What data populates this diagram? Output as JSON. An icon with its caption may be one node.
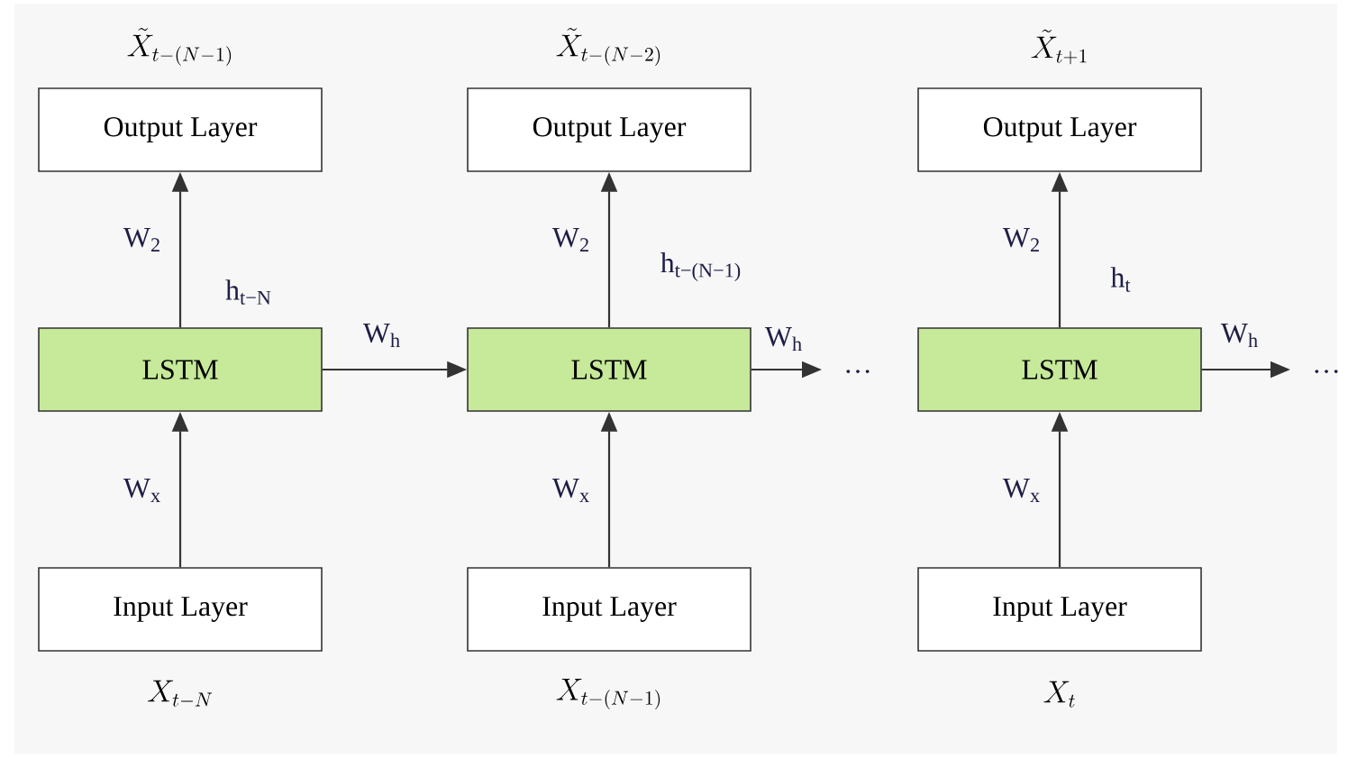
{
  "diagram": {
    "nodes": [
      {
        "text": [
          "Output Layer"
        ],
        "beside": [
          "\\tilde{X}_{t-(N-1)}"
        ]
      },
      {
        "text": [
          "Output Layer"
        ],
        "beside": [
          "\\tilde{X}_{t-(N-2)}"
        ]
      },
      {
        "text": [
          "Output Layer"
        ],
        "beside": [
          "\\tilde{X}_{t+1}"
        ]
      },
      {
        "text": [
          "LSTM"
        ]
      },
      {
        "text": [
          "LSTM"
        ]
      },
      {
        "text": [
          "LSTM"
        ]
      },
      {
        "text": [
          "Input Layer"
        ],
        "beside": [
          "X_{t-N}"
        ]
      },
      {
        "text": [
          "Input Layer"
        ],
        "beside": [
          "X_{t-(N-1)}"
        ]
      },
      {
        "text": [
          "Input Layer"
        ],
        "beside": [
          "X_{t}"
        ]
      }
    ],
    "edges": [
      {
        "from": 6,
        "to": 3,
        "arrow": "to",
        "label": "W$_{x}$"
      },
      {
        "from": 3,
        "to": 0,
        "arrow": "to",
        "label": "W$_{2}$"
      },
      {
        "from": 7,
        "to": 4,
        "arrow": "to",
        "label": "W$_{x}$"
      },
      {
        "from": 4,
        "to": 1,
        "arrow": "to",
        "label": "W$_{2}$"
      },
      {
        "from": 8,
        "to": 5,
        "arrow": "to",
        "label": "W$_{x}$"
      },
      {
        "from": 5,
        "to": 2,
        "arrow": "to",
        "label": "W$_{2}$"
      },
      {
        "from": 3,
        "to": 4,
        "arrow": "to",
        "label": "W$_{h}$"
      },
      {
        "from": 4,
        "to": null,
        "arrow": "to",
        "label": "W$_{h}$"
      },
      {
        "from": 5,
        "to": null,
        "arrow": "to",
        "label": "W$_{h}$"
      }
    ],
    "labels": [
      "h$_{t−N}$",
      "h$_{t−(N−1)}$",
      "h$_{t}$",
      "…",
      "…"
    ]
  }
}
